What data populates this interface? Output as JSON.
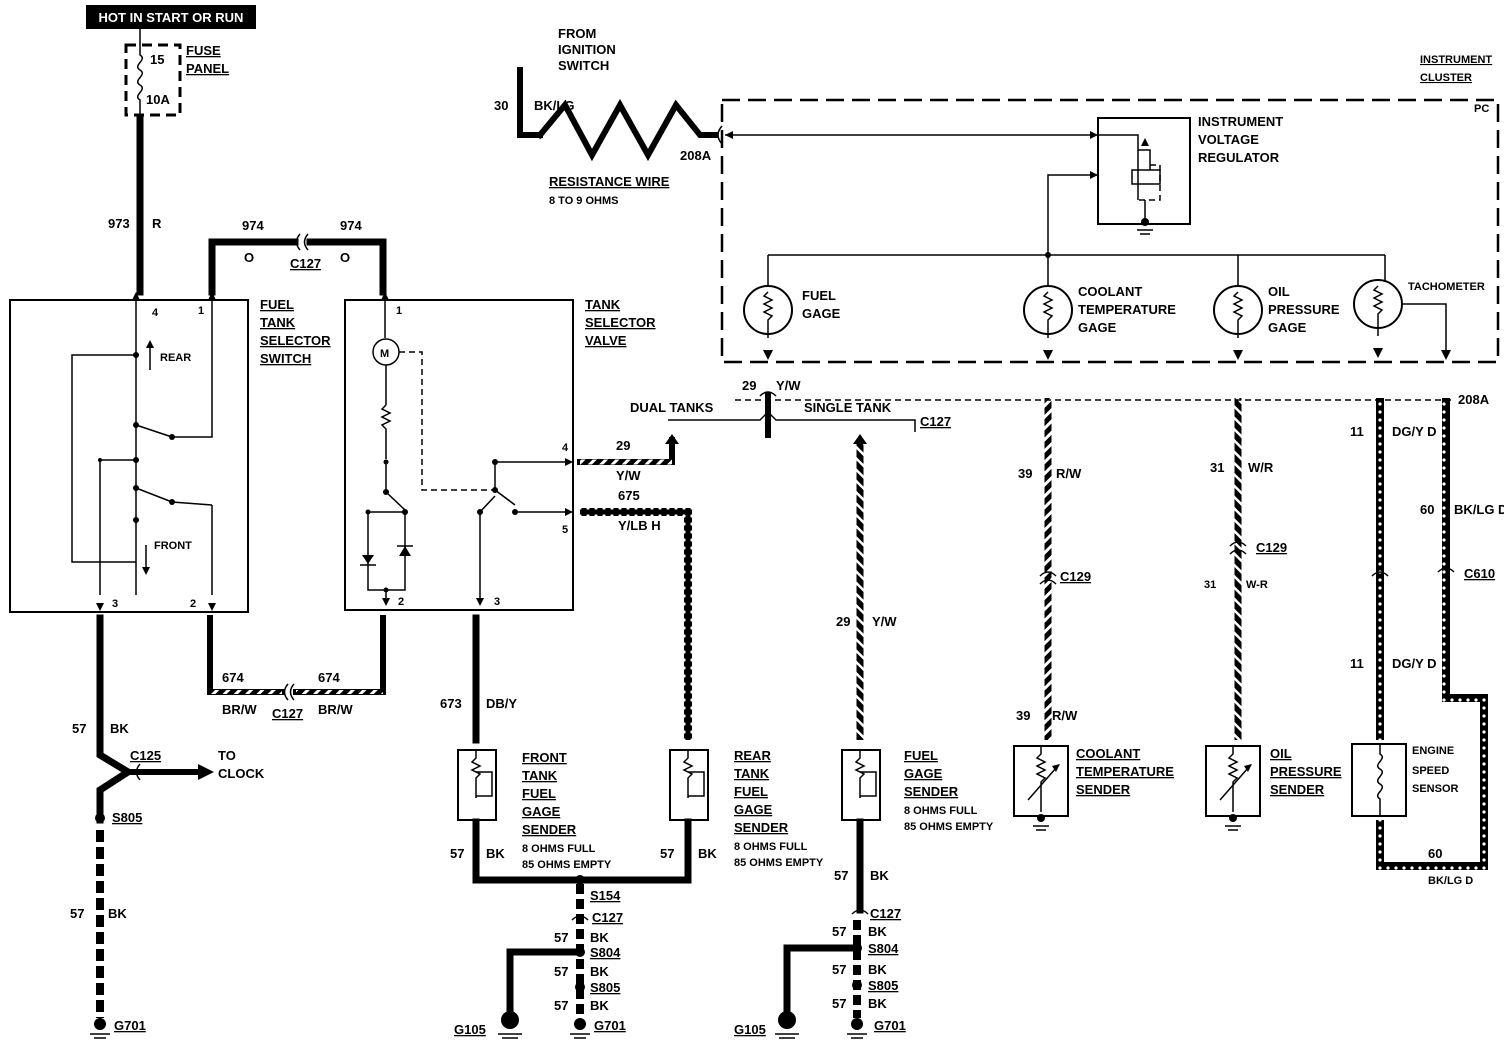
{
  "header": {
    "hot_label": "HOT IN START OR RUN"
  },
  "fuse": {
    "number": "15",
    "rating": "10A",
    "title_1": "FUSE",
    "title_2": "PANEL"
  },
  "ignition": {
    "from_1": "FROM",
    "from_2": "IGNITION",
    "from_3": "SWITCH",
    "circuit": "30",
    "color": "BK/LG",
    "resistance_label": "RESISTANCE WIRE",
    "resistance_value": "8 TO 9 OHMS",
    "connector": "208A"
  },
  "cluster": {
    "title_1": "INSTRUMENT",
    "title_2": "CLUSTER",
    "code": "PC",
    "regulator_1": "INSTRUMENT",
    "regulator_2": "VOLTAGE",
    "regulator_3": "REGULATOR"
  },
  "gauges": {
    "fuel_1": "FUEL",
    "fuel_2": "GAGE",
    "coolant_1": "COOLANT",
    "coolant_2": "TEMPERATURE",
    "coolant_3": "GAGE",
    "oil_1": "OIL",
    "oil_2": "PRESSURE",
    "oil_3": "GAGE",
    "tach": "TACHOMETER"
  },
  "selector_switch": {
    "t1": "FUEL",
    "t2": "TANK",
    "t3": "SELECTOR",
    "t4": "SWITCH",
    "rear": "REAR",
    "front": "FRONT",
    "pin4": "4",
    "pin1": "1",
    "pin3": "3",
    "pin2": "2"
  },
  "selector_valve": {
    "t1": "TANK",
    "t2": "SELECTOR",
    "t3": "VALVE",
    "pin1": "1",
    "pin4": "4",
    "pin5": "5",
    "pin2": "2",
    "pin3": "3",
    "motor": "M"
  },
  "wires": {
    "w973": "973",
    "w973c": "R",
    "w974a": "974",
    "w974b": "974",
    "w974c1": "O",
    "w974c2": "O",
    "c127a": "C127",
    "w29a": "29",
    "w29ac": "Y/W",
    "w29b": "29",
    "w29bc": "Y/W",
    "w675": "675",
    "w675c": "Y/LB H",
    "dual": "DUAL TANKS",
    "single": "SINGLE TANK",
    "c127b": "C127",
    "w29c": "29",
    "w29cc": "Y/W",
    "w39a": "39",
    "w39ac": "R/W",
    "c129a": "C129",
    "w39b": "39",
    "w39bc": "R/W",
    "w31a": "31",
    "w31ac": "W/R",
    "c129b": "C129",
    "w31b": "31",
    "w31bc": "W-R",
    "w11a": "11",
    "w11ac": "DG/Y D",
    "w11b": "11",
    "w11bc": "DG/Y D",
    "w60a": "60",
    "w60ac": "BK/LG D",
    "c610": "C610",
    "w60b": "60",
    "w60bc": "BK/LG D",
    "w208a2": "208A",
    "w674a": "674",
    "w674b": "674",
    "w674c1": "BR/W",
    "w674c2": "BR/W",
    "c127c": "C127",
    "w673": "673",
    "w673c": "DB/Y"
  },
  "left_ground": {
    "w57a": "57",
    "w57ac": "BK",
    "c125": "C125",
    "to": "TO",
    "clock": "CLOCK",
    "s805": "S805",
    "w57b": "57",
    "w57bc": "BK",
    "g701": "G701"
  },
  "senders": {
    "front_1": "FRONT",
    "front_2": "TANK",
    "front_3": "FUEL",
    "front_4": "GAGE",
    "front_5": "SENDER",
    "front_6": "8 OHMS FULL",
    "front_7": "85 OHMS EMPTY",
    "rear_1": "REAR",
    "rear_2": "TANK",
    "rear_3": "FUEL",
    "rear_4": "GAGE",
    "rear_5": "SENDER",
    "rear_6": "8 OHMS FULL",
    "rear_7": "85 OHMS EMPTY",
    "fuel_1": "FUEL",
    "fuel_2": "GAGE",
    "fuel_3": "SENDER",
    "fuel_4": "8 OHMS FULL",
    "fuel_5": "85 OHMS EMPTY",
    "cool_1": "COOLANT",
    "cool_2": "TEMPERATURE",
    "cool_3": "SENDER",
    "oil_1": "OIL",
    "oil_2": "PRESSURE",
    "oil_3": "SENDER",
    "eng_1": "ENGINE",
    "eng_2": "SPEED",
    "eng_3": "SENSOR"
  },
  "grounds_mid": {
    "w57f": "57",
    "w57fc": "BK",
    "w57r": "57",
    "w57rc": "BK",
    "s154": "S154",
    "c127": "C127",
    "w57a": "57",
    "bk_a": "BK",
    "s804": "S804",
    "w57b": "57",
    "bk_b": "BK",
    "s805": "S805",
    "w57c": "57",
    "bk_c": "BK",
    "g105": "G105",
    "g701": "G701"
  },
  "grounds_right": {
    "w57": "57",
    "w57c": "BK",
    "c127": "C127",
    "w57a": "57",
    "bk_a": "BK",
    "s804": "S804",
    "w57b": "57",
    "bk_b": "BK",
    "s805": "S805",
    "w57c2": "57",
    "bk_c": "BK",
    "g105": "G105",
    "g701": "G701"
  }
}
